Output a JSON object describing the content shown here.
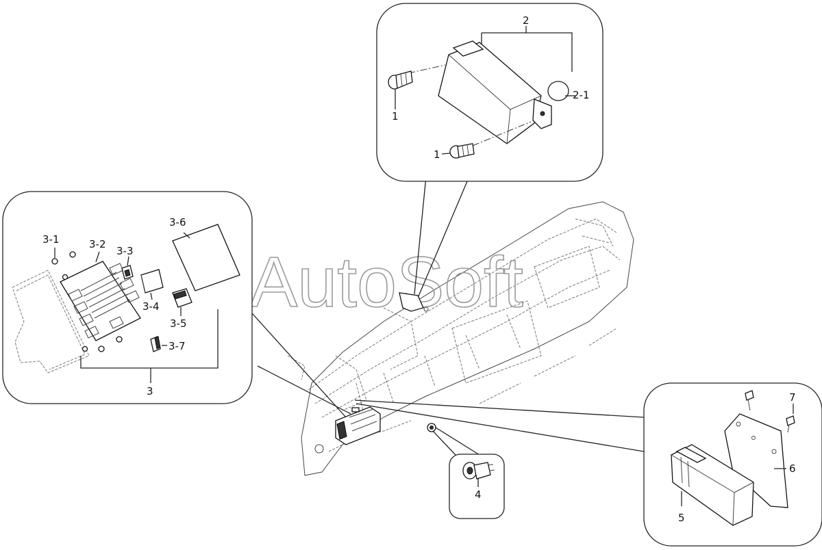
{
  "watermark": "AutoSoft",
  "labels": {
    "l1a": "1",
    "l1b": "1",
    "l2": "2",
    "l2_1": "2-1",
    "l3": "3",
    "l3_1": "3-1",
    "l3_2": "3-2",
    "l3_3": "3-3",
    "l3_4": "3-4",
    "l3_5": "3-5",
    "l3_6": "3-6",
    "l3_7": "3-7",
    "l4": "4",
    "l5": "5",
    "l6": "6",
    "l7": "7"
  }
}
